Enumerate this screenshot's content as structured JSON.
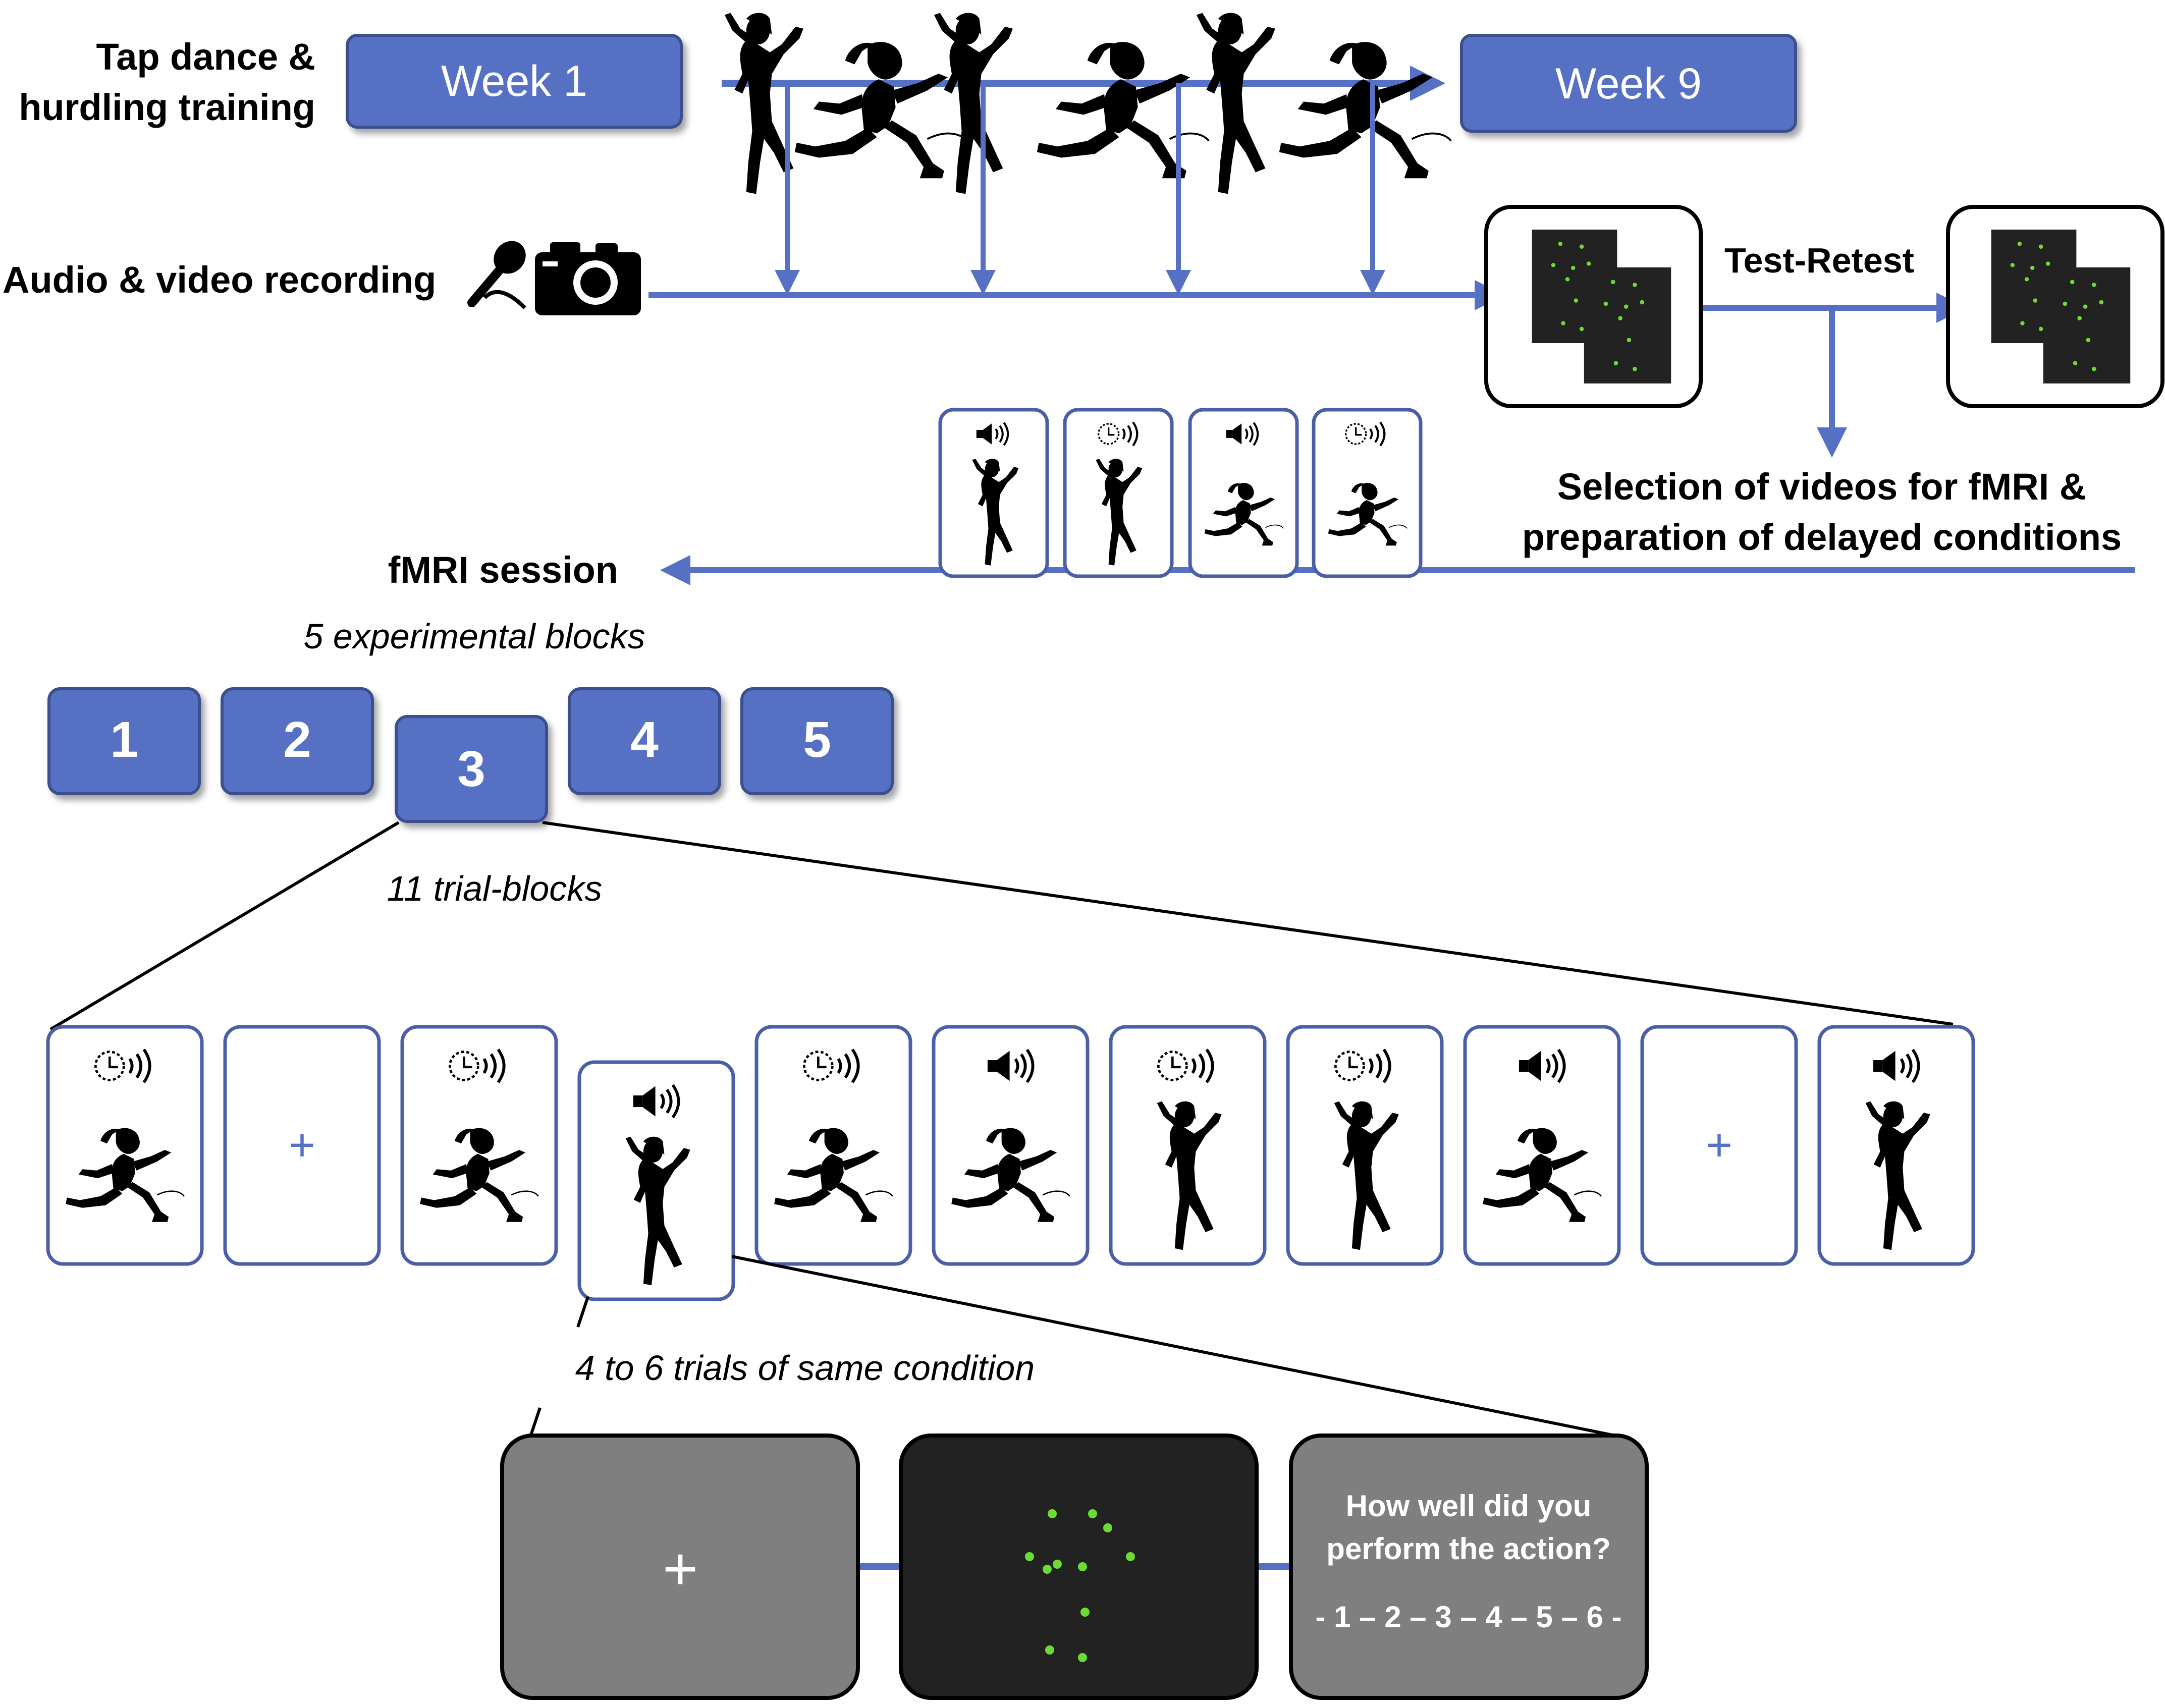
{
  "colors": {
    "accent": "#5671c4",
    "accent_dark": "#3a4f8f",
    "card_border": "#4a5fa8",
    "dot_green": "#6cdc34",
    "screen_dark": "#222222",
    "screen_gray": "#7f7f7f"
  },
  "training": {
    "label_line1": "Tap dance &",
    "label_line2": "hurdling training",
    "week_start": "Week 1",
    "week_end": "Week 9"
  },
  "recording": {
    "label": "Audio & video recording",
    "icons": [
      "microphone-icon",
      "camera-icon"
    ]
  },
  "test_retest": {
    "label": "Test-Retest"
  },
  "selection": {
    "line1": "Selection of videos for fMRI &",
    "line2": "preparation of delayed conditions"
  },
  "fmri": {
    "label": "fMRI session",
    "blocks_caption": "5 experimental blocks",
    "blocks": [
      "1",
      "2",
      "3",
      "4",
      "5"
    ],
    "trial_blocks_caption": "11 trial-blocks",
    "trials_caption": "4 to 6 trials of same condition"
  },
  "condition_cards": [
    {
      "icon": "delayed-audio-icon",
      "figure": "hurdler"
    },
    {
      "icon": "fixation-cross",
      "figure": "none"
    },
    {
      "icon": "delayed-audio-icon",
      "figure": "hurdler"
    },
    {
      "icon": "speaker-icon",
      "figure": "dancer"
    },
    {
      "icon": "delayed-audio-icon",
      "figure": "hurdler"
    },
    {
      "icon": "speaker-icon",
      "figure": "hurdler"
    },
    {
      "icon": "delayed-audio-icon",
      "figure": "dancer"
    },
    {
      "icon": "delayed-audio-icon",
      "figure": "dancer"
    },
    {
      "icon": "speaker-icon",
      "figure": "hurdler"
    },
    {
      "icon": "fixation-cross",
      "figure": "none"
    },
    {
      "icon": "speaker-icon",
      "figure": "dancer"
    }
  ],
  "trial": {
    "fixation": "+",
    "cross": "+",
    "question_line1": "How well did you",
    "question_line2": "perform the action?",
    "scale": "- 1 – 2 – 3 – 4 – 5 – 6 -"
  }
}
